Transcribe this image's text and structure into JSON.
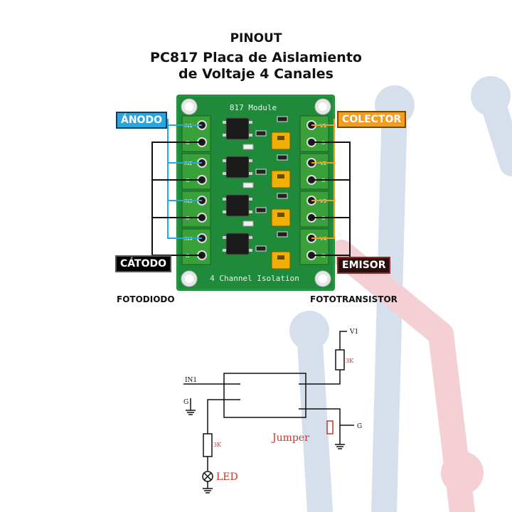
{
  "header": {
    "line1": "PINOUT",
    "line2": "PC817 Placa de Aislamiento",
    "line3": "de Voltaje 4 Canales"
  },
  "board": {
    "top_silk": "817 Module",
    "bottom_silk": "4 Channel Isolation",
    "left_pin_labels": [
      "IN1",
      "G",
      "IN2",
      "G",
      "IN3",
      "G",
      "IN4",
      "G"
    ],
    "right_pin_labels": [
      "V1",
      "G",
      "V2",
      "G",
      "V3",
      "G",
      "V4",
      "G"
    ]
  },
  "tags": {
    "anodo": "ÁNODO",
    "catodo": "CÁTODO",
    "colector": "COLECTOR",
    "emisor": "EMISOR"
  },
  "footer": {
    "left": "FOTODIODO",
    "right": "FOTOTRANSISTOR"
  },
  "schematic": {
    "in_label": "IN1",
    "g_left": "G",
    "v1": "V1",
    "r_top": "3K",
    "g_right": "G",
    "jumper": "Jumper",
    "r_left": "3K",
    "led": "LED"
  },
  "colors": {
    "board_green": "#1f8a3a",
    "terminal_green": "#3aa13a",
    "jumper_yellow": "#f2b000",
    "anodo_blue": "#29a6de",
    "colector_orange": "#f39c1f",
    "deco_blue": "#c8d6e6",
    "deco_pink": "#f2c6cc"
  }
}
